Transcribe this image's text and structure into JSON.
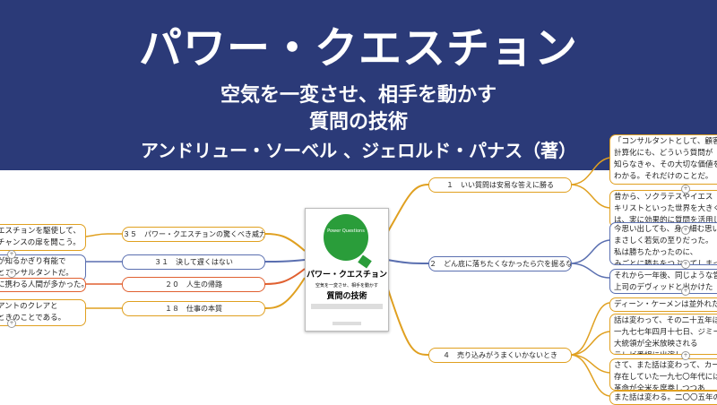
{
  "header": {
    "title": "パワー・クエスチョン",
    "subtitle_line1": "空気を一変させ、相手を動かす",
    "subtitle_line2": "質問の技術",
    "authors": "アンドリュー・ソーベル 、ジェロルド・パナス（著）"
  },
  "book": {
    "badge": "Power Questions",
    "title": "パワー・クエスチョン",
    "subtitle": "空気を一変させ、相手を動かす",
    "main": "質問の技術"
  },
  "left_topics": [
    {
      "label": "３５　パワー・クエスチョンの驚くべき威力",
      "leaf": "エスチョンを駆使して、\nチャンスの扉を開こう。"
    },
    {
      "label": "３１　決して遅くはない",
      "leaf": "が知るかぎり有能で\nとコンサルタントだ。"
    },
    {
      "label": "２０　人生の帰路",
      "leaf": "に携わる人間が多かった。"
    },
    {
      "label": "１８　仕事の本質",
      "leaf": "アントのクレアと\nときのことである。"
    }
  ],
  "right_topics": [
    {
      "label": "１　いい質問は安易な答えに勝る",
      "leaves": [
        "「コンサルタントとして、顧客\n計算化にも、どういう質問が\n知らなきゃ、その大切な価値を\nわかる。それだけのことだ。",
        "昔から、ソクラテスやイエス\nキリストといった世界を大きく変\nは、実に効果的に質問を活用して"
      ]
    },
    {
      "label": "２　どん底に落ちたくなかったら穴を掘るな",
      "leaves": [
        "今思い出しても、身の細む思いが\nまさしく若気の至りだった。\n私は勝ちたかったのに、\nみごとに勝ちをつぶしてしまっ",
        "それから一年後、同じような営業\n上司のデヴィッドと出かけた"
      ]
    },
    {
      "label": "４　売り込みがうまくいかないとき",
      "leaves": [
        "ディーン・ケーメンは並外れた発明",
        "話は変わって、その二十五年ほ\n一九七七年四月十七日、ジミー・\n大統領が全米放映される\nテレビ番組に出演した。",
        "さて、また話は変わって、カーター\n存在していた一九七〇年代には、\n革命が全米を席巻しつつあ",
        "また話は変わる。二〇〇五年のト"
      ]
    }
  ]
}
